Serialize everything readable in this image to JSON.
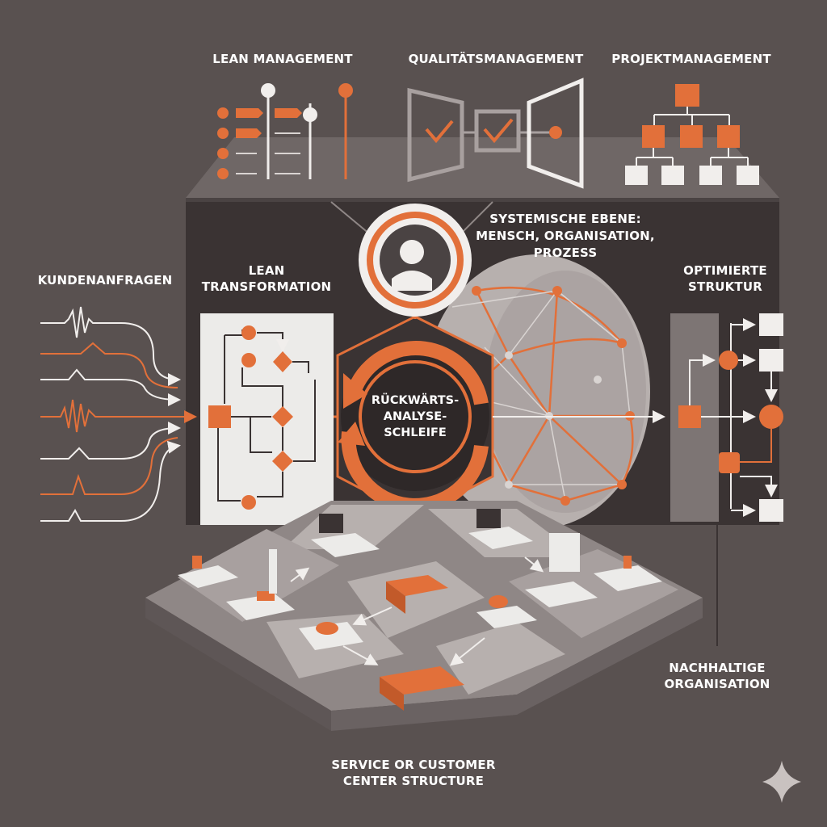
{
  "colors": {
    "background": "#595150",
    "panel_dark": "#3a3333",
    "accent": "#e2703a",
    "light": "#f1eeec",
    "grey": "#8f8786",
    "grey_light": "#b7b0ae"
  },
  "top": {
    "lean": "LEAN MANAGEMENT",
    "quality": "QUALITÄTSMANAGEMENT",
    "project": "PROJEKTMANAGEMENT"
  },
  "left": {
    "requests": "KUNDENANFRAGEN",
    "transformation_line1": "LEAN",
    "transformation_line2": "TRANSFORMATION"
  },
  "center": {
    "systemic_line1": "SYSTEMISCHE EBENE:",
    "systemic_line2": "MENSCH, ORGANISATION,",
    "systemic_line3": "PROZESS",
    "loop_line1": "RÜCKWÄRTS-",
    "loop_line2": "ANALYSE-",
    "loop_line3": "SCHLEIFE"
  },
  "right": {
    "optimized_line1": "OPTIMIERTE",
    "optimized_line2": "STRUKTUR",
    "sustainable_line1": "NACHHALTIGE",
    "sustainable_line2": "ORGANISATION"
  },
  "bottom": {
    "service_line1": "SERVICE OR CUSTOMER",
    "service_line2": "CENTER STRUCTURE"
  },
  "icons": [
    "person-icon",
    "checkmark-icon",
    "sparkle-icon",
    "cycle-arrow-icon",
    "network-globe-icon"
  ]
}
